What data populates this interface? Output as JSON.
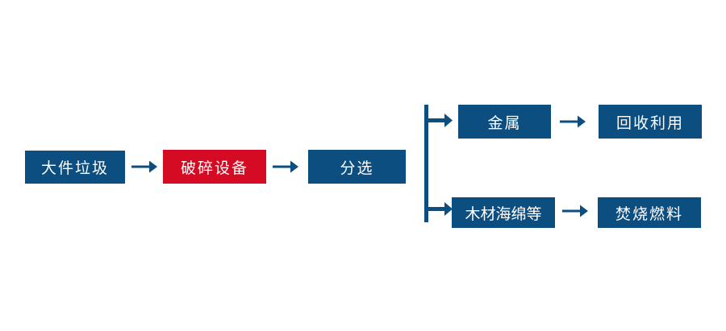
{
  "diagram": {
    "title": "bulky-waste-processing-flow",
    "colors": {
      "box_blue": "#0d4e80",
      "box_red": "#d40b22",
      "arrow_blue": "#0d4e80",
      "text": "#ffffff",
      "background": "#ffffff"
    },
    "nodes": [
      {
        "id": "bulky-waste",
        "label": "大件垃圾",
        "color": "#0d4e80"
      },
      {
        "id": "crusher",
        "label": "破碎设备",
        "color": "#d40b22"
      },
      {
        "id": "sorting",
        "label": "分选",
        "color": "#0d4e80"
      },
      {
        "id": "metal",
        "label": "金属",
        "color": "#0d4e80"
      },
      {
        "id": "recycle",
        "label": "回收利用",
        "color": "#0d4e80"
      },
      {
        "id": "wood-sponge",
        "label": "木材海绵等",
        "color": "#0d4e80"
      },
      {
        "id": "fuel",
        "label": "焚烧燃料",
        "color": "#0d4e80"
      }
    ],
    "connectors": [
      {
        "id": "arrow-1",
        "from": "bulky-waste",
        "to": "crusher",
        "icon": "arrow-right-icon"
      },
      {
        "id": "arrow-2",
        "from": "crusher",
        "to": "sorting",
        "icon": "arrow-right-icon"
      },
      {
        "id": "branch-bracket",
        "from": "sorting",
        "to": [
          "metal",
          "wood-sponge"
        ],
        "icon": "branch-split-icon"
      },
      {
        "id": "arrow-3",
        "from": "metal",
        "to": "recycle",
        "icon": "arrow-right-icon"
      },
      {
        "id": "arrow-4",
        "from": "wood-sponge",
        "to": "fuel",
        "icon": "arrow-right-icon"
      }
    ]
  }
}
